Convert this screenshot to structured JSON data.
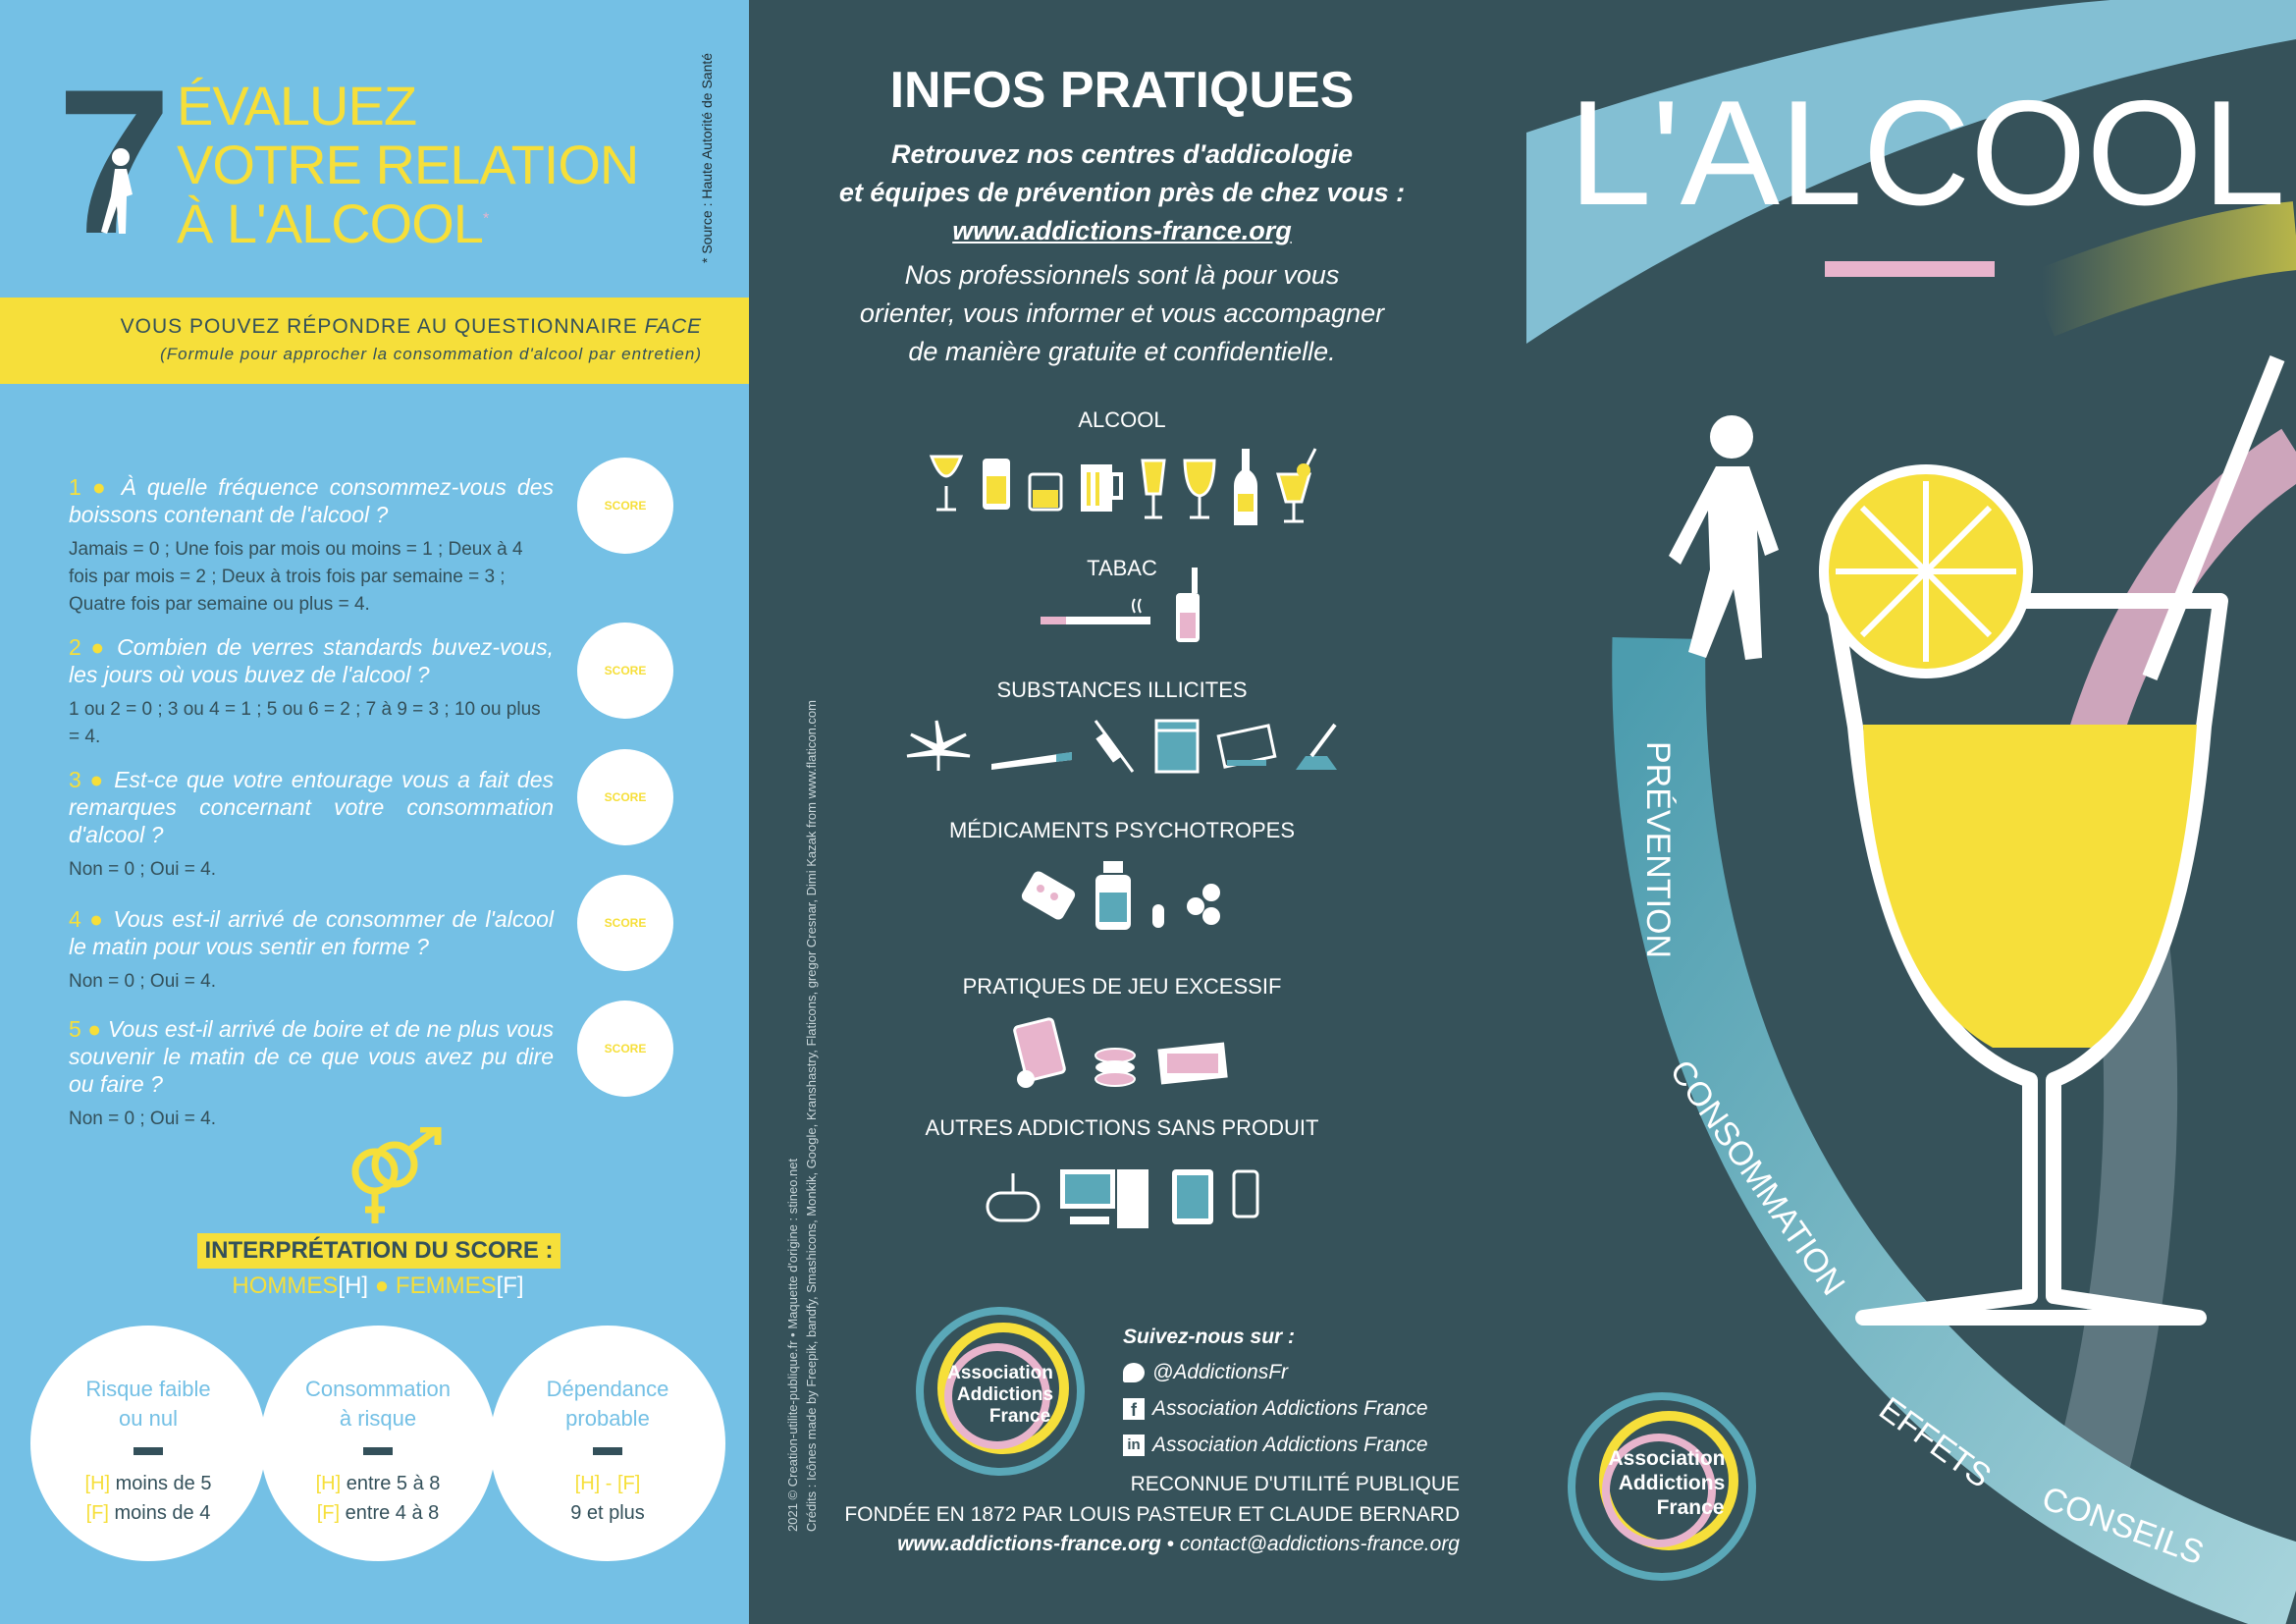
{
  "left": {
    "number": "7",
    "title_lines": [
      "ÉVALUEZ",
      "VOTRE RELATION",
      "À L'ALCOOL"
    ],
    "asterisk": "*",
    "source": "* Source : Haute Autorité de Santé",
    "band_line1": "VOUS POUVEZ RÉPONDRE AU QUESTIONNAIRE",
    "band_line1_em": "FACE",
    "band_line2": "(Formule pour approcher la consommation d'alcool par entretien)",
    "score_label": "SCORE",
    "questions": [
      {
        "num": "1 ● ",
        "text": "À quelle fréquence consommez-vous des boissons contenant de l'alcool ?",
        "answer": "Jamais = 0 ; Une fois par mois ou moins = 1 ; Deux à 4 fois par mois = 2 ; Deux à trois fois par semaine = 3 ; Quatre fois par semaine ou plus = 4."
      },
      {
        "num": "2 ● ",
        "text": "Combien de verres standards buvez-vous, les jours où vous buvez de l'alcool ?",
        "answer": "1 ou 2 = 0 ; 3 ou 4 = 1 ; 5 ou 6 = 2 ; 7 à 9 = 3 ; 10 ou plus = 4."
      },
      {
        "num": "3 ● ",
        "text": "Est-ce que votre entourage vous a fait des remarques concernant votre consommation d'alcool ?",
        "answer": "Non = 0 ; Oui = 4."
      },
      {
        "num": "4 ● ",
        "text": "Vous est-il arrivé de consommer de l'alcool le matin pour vous sentir en forme ?",
        "answer": "Non = 0 ; Oui = 4."
      },
      {
        "num": "5 ● ",
        "text": "Vous est-il arrivé de boire et de ne plus vous souvenir le matin de ce que vous avez pu dire ou faire ?",
        "answer": "Non = 0 ; Oui = 4."
      }
    ],
    "interp_title": "INTERPRÉTATION DU SCORE :",
    "hommes": "HOMMES",
    "h_tag": "[H]",
    "femmes": "FEMMES",
    "f_tag": "[F]",
    "results": [
      {
        "title1": "Risque faible",
        "title2": "ou nul",
        "l1_tag": "[H]",
        "l1": " moins de 5",
        "l2_tag": "[F]",
        "l2": " moins de 4"
      },
      {
        "title1": "Consommation",
        "title2": "à risque",
        "l1_tag": "[H]",
        "l1": " entre 5 à 8",
        "l2_tag": "[F]",
        "l2": " entre 4 à 8"
      },
      {
        "title1": "Dépendance",
        "title2": "probable",
        "l1_tag": "[H] - [F]",
        "l1": "",
        "l2_tag": "",
        "l2": "9 et plus"
      }
    ]
  },
  "middle": {
    "title": "INFOS PRATIQUES",
    "intro_bold": [
      "Retrouvez nos centres d'addicologie",
      "et équipes de prévention près de chez vous :"
    ],
    "link": "www.addictions-france.org",
    "intro": [
      "Nos professionnels sont là pour vous",
      "orienter, vous informer et vous accompagner",
      "de manière gratuite et confidentielle."
    ],
    "categories": [
      {
        "label": "ALCOOL",
        "icons": [
          "cocktail-glass-icon",
          "beer-can-icon",
          "whisky-glass-icon",
          "beer-mug-icon",
          "champagne-flute-icon",
          "wine-glass-icon",
          "wine-bottle-icon",
          "cocktail-icon"
        ]
      },
      {
        "label": "TABAC",
        "icons": [
          "cigarette-icon",
          "vape-icon"
        ]
      },
      {
        "label": "SUBSTANCES ILLICITES",
        "icons": [
          "cannabis-leaf-icon",
          "joint-icon",
          "syringe-icon",
          "pills-bag-icon",
          "cocaine-card-icon",
          "powder-icon"
        ]
      },
      {
        "label": "MÉDICAMENTS PSYCHOTROPES",
        "icons": [
          "pill-blister-icon",
          "medicine-bottle-icon",
          "capsule-icon",
          "tablets-icon"
        ]
      },
      {
        "label": "PRATIQUES DE JEU EXCESSIF",
        "icons": [
          "playing-cards-icon",
          "casino-chips-icon",
          "banknotes-icon"
        ]
      },
      {
        "label": "AUTRES ADDICTIONS SANS PRODUIT",
        "icons": [
          "gamepad-icon",
          "computer-icon",
          "tablet-icon",
          "smartphone-icon"
        ]
      }
    ],
    "credits_line1": "2021 © Creation-utilite-publique.fr • Maquette d'origine : stineo.net",
    "credits_line2": "Crédits : Icônes made by Freepik, bandfy, Smashicons, Monkik, Google, Kranshastry, Flaticons, gregor Cresnar, Dimi Kazak from www.flaticon.com",
    "logo": [
      "Association",
      "Addictions",
      "France"
    ],
    "follow": "Suivez-nous sur :",
    "twitter": "@AddictionsFr",
    "facebook": "Association Addictions France",
    "linkedin": "Association Addictions France",
    "recognized": "RECONNUE D'UTILITÉ PUBLIQUE",
    "founded": "FONDÉE EN 1872 PAR LOUIS PASTEUR ET CLAUDE BERNARD",
    "website": "www.addictions-france.org",
    "separator": " • ",
    "email": "contact@addictions-france.org"
  },
  "right": {
    "title": "L'ALCOOL",
    "arc_words": [
      "PRÉVENTION",
      "CONSOMMATION",
      "EFFETS",
      "CONSEILS"
    ],
    "logo": [
      "Association",
      "Addictions",
      "France"
    ]
  },
  "colors": {
    "light_blue": "#74c0e5",
    "dark": "#36525a",
    "yellow": "#f6df3a",
    "pink": "#e8b4cc",
    "teal": "#5aa8b8"
  }
}
